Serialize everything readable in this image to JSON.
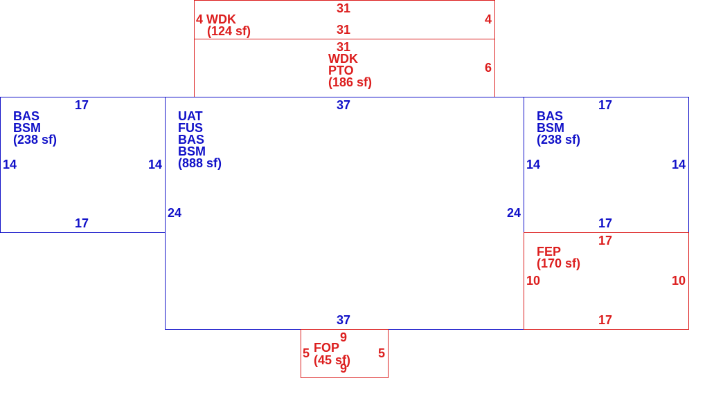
{
  "colors": {
    "living": "#1010c8",
    "attached": "#dc1e1e",
    "background": "#ffffff"
  },
  "wdk_top": {
    "code": "WDK",
    "area": "(124 sf)",
    "top": "31",
    "bottom": "31",
    "left": "4",
    "right": "4"
  },
  "wdk_pto": {
    "codes": [
      "WDK",
      "PTO"
    ],
    "area": "(186 sf)",
    "top": "31",
    "right": "6"
  },
  "left_wing": {
    "codes": [
      "BAS",
      "BSM"
    ],
    "area": "(238 sf)",
    "top": "17",
    "bottom": "17",
    "left": "14",
    "right": "14"
  },
  "main": {
    "codes": [
      "UAT",
      "FUS",
      "BAS",
      "BSM"
    ],
    "area": "(888 sf)",
    "top": "37",
    "bottom": "37",
    "left": "24",
    "right": "24"
  },
  "right_wing": {
    "codes": [
      "BAS",
      "BSM"
    ],
    "area": "(238 sf)",
    "top": "17",
    "bottom": "17",
    "left": "14",
    "right": "14"
  },
  "fep": {
    "code": "FEP",
    "area": "(170 sf)",
    "top": "17",
    "bottom": "17",
    "left": "10",
    "right": "10"
  },
  "fop": {
    "code": "FOP",
    "area": "(45 sf)",
    "top": "9",
    "bottom": "9",
    "left": "5",
    "right": "5"
  }
}
